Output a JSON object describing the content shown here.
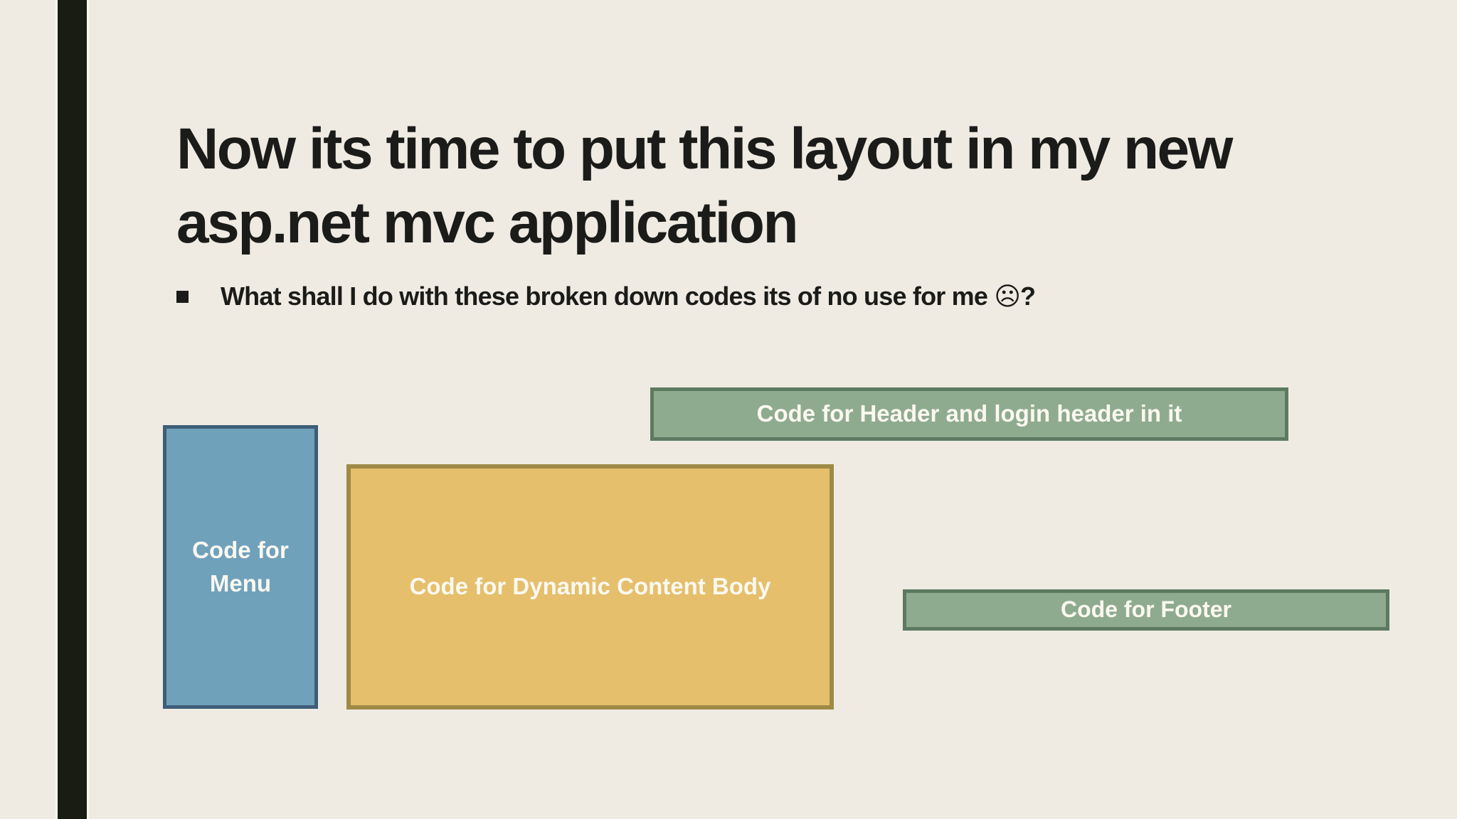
{
  "slide": {
    "title": "Now its time to put this layout in my new asp.net mvc application",
    "bullet_text": "What shall I do with these broken down codes its of no use for me ☹?"
  },
  "diagram": {
    "header_box": {
      "label": "Code for Header and login header in it",
      "fill": "#8FAB8F",
      "border": "#5C7A60",
      "text_color": "#FAF8F0"
    },
    "menu_box": {
      "label": "Code for Menu",
      "fill": "#70A1BB",
      "border": "#3E5E77",
      "text_color": "#FAF8F0"
    },
    "body_box": {
      "label": "Code for Dynamic Content Body",
      "fill": "#E5BF6C",
      "border": "#9E8A45",
      "text_color": "#FAF8F0"
    },
    "footer_box": {
      "label": "Code for Footer",
      "fill": "#8FAB8F",
      "border": "#5C7A60",
      "text_color": "#FAF8F0"
    }
  },
  "colors": {
    "background": "#EFEBE3",
    "accent_bar": "#191C12",
    "text": "#1B1B19"
  }
}
